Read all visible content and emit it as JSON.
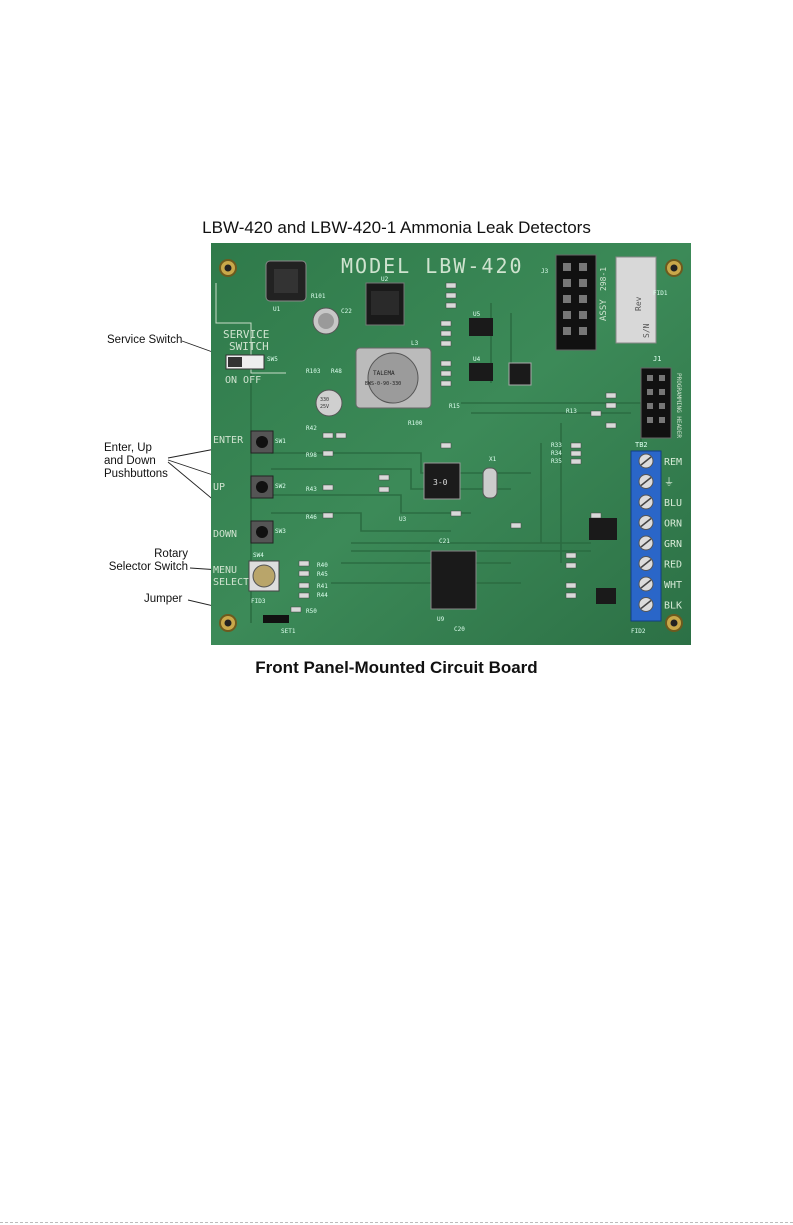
{
  "figure": {
    "title": "LBW-420 and LBW-420-1 Ammonia Leak Detectors",
    "caption": "Front Panel-Mounted Circuit Board"
  },
  "callouts": {
    "service_switch": "Service Switch",
    "pushbuttons_1": "Enter, Up",
    "pushbuttons_2": "and Down",
    "pushbuttons_3": "Pushbuttons",
    "rotary_1": "Rotary",
    "rotary_2": "Selector Switch",
    "jumper": "Jumper"
  },
  "board": {
    "model": "MODEL LBW-420",
    "service_1": "SERVICE",
    "service_2": "SWITCH",
    "on_off": "ON OFF",
    "enter": "ENTER",
    "up": "UP",
    "down": "DOWN",
    "menu": "MENU",
    "select": "SELECT",
    "terminals": [
      "REM",
      "⏚",
      "BLU",
      "ORN",
      "GRN",
      "RED",
      "WHT",
      "BLK"
    ],
    "assy": "ASSY",
    "rev": "Rev",
    "sn": "S/N",
    "part": "298-1",
    "j1": "J1",
    "j3": "J3",
    "tb2": "TB2",
    "prog": "PROGRAMMING HEADER",
    "chip": "3-0",
    "battery_1": "TALEMA",
    "battery_2": "BWS-0-90-330",
    "cap_1": "330",
    "cap_2": "25V",
    "sw1": "SW1",
    "sw2": "SW2",
    "sw3": "SW3",
    "sw4": "SW4",
    "sw5": "SW5",
    "set1": "SET1",
    "fid1": "FID1",
    "fid2": "FID2",
    "fid3": "FID3",
    "u1": "U1",
    "u2": "U2",
    "u3": "U3",
    "u4": "U4",
    "u5": "U5",
    "u9": "U9",
    "x1": "X1",
    "l3": "L3",
    "c22": "C22",
    "c21": "C21",
    "c20": "C20",
    "r40": "R40",
    "r45": "R45",
    "r41": "R41",
    "r44": "R44",
    "r50": "R50",
    "r42": "R42",
    "r43": "R43",
    "r46": "R46",
    "r98": "R98",
    "r100": "R100",
    "r101": "R101",
    "r103": "R103",
    "r48": "R48",
    "r33": "R33",
    "r34": "R34",
    "r35": "R35",
    "r13": "R13",
    "r15": "R15"
  }
}
